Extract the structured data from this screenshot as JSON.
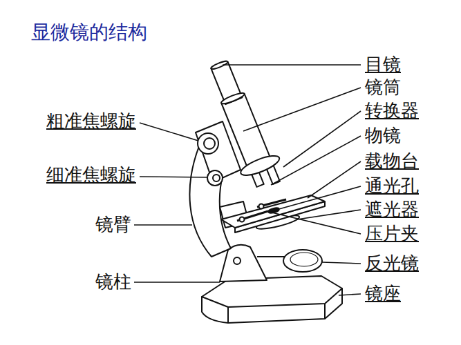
{
  "diagram": {
    "title": "显微镜的结构",
    "labels": [
      "目镜",
      "镜筒",
      "转换器",
      "物镜",
      "载物台",
      "通光孔",
      "遮光器",
      "压片夹",
      "反光镜",
      "镜座",
      "粗准焦螺旋",
      "细准焦螺旋",
      "镜臂",
      "镜柱"
    ]
  }
}
